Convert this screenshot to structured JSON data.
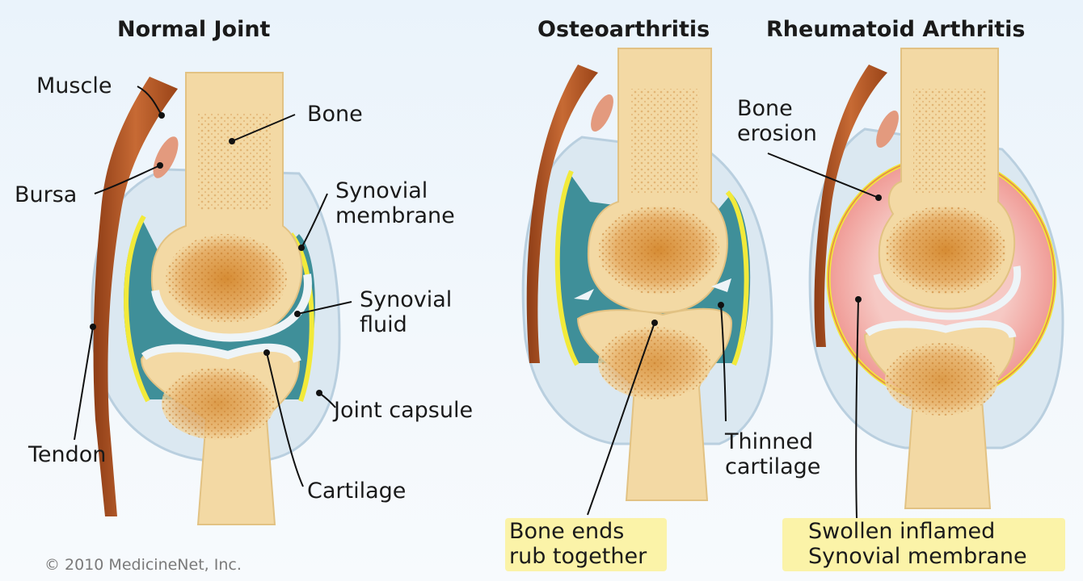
{
  "titles": {
    "normal": "Normal Joint",
    "osteo": "Osteoarthritis",
    "rheum": "Rheumatoid Arthritis"
  },
  "labels": {
    "muscle": "Muscle",
    "bone": "Bone",
    "bursa": "Bursa",
    "synovial_membrane_1": "Synovial",
    "synovial_membrane_2": "membrane",
    "synovial_fluid_1": "Synovial",
    "synovial_fluid_2": "fluid",
    "joint_capsule": "Joint capsule",
    "tendon": "Tendon",
    "cartilage": "Cartilage",
    "thinned_cartilage_1": "Thinned",
    "thinned_cartilage_2": "cartilage",
    "bone_ends_1": "Bone ends",
    "bone_ends_2": "rub together",
    "bone_erosion_1": "Bone",
    "bone_erosion_2": "erosion",
    "swollen_1": "Swollen inflamed",
    "swollen_2": "Synovial membrane"
  },
  "copyright": "© 2010 MedicineNet, Inc.",
  "colors": {
    "bone": "#f3d9a4",
    "marrow": "#d9963e",
    "muscle": "#b85a28",
    "fluid": "#3d8a95",
    "membrane_yellow": "#f2ea3a",
    "capsule": "#c7dbe8",
    "cartilage": "#e8f0f4",
    "inflamed": "#f0a3a0",
    "highlight": "#fbf3a8"
  }
}
